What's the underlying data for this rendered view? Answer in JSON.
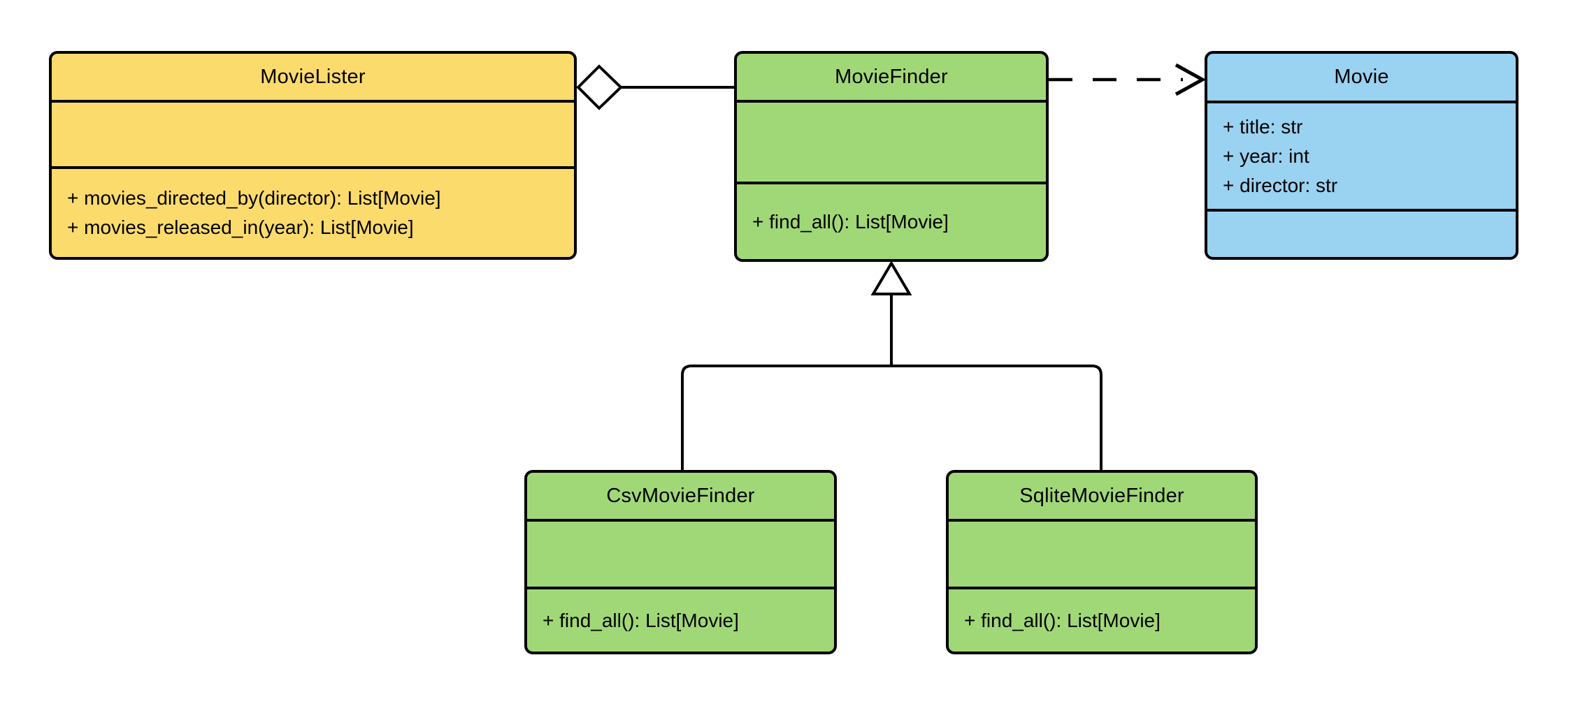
{
  "diagram": {
    "kind": "uml-class-diagram",
    "background_color": "#ffffff",
    "line_color": "#000000",
    "classes": [
      {
        "name": "MovieLister",
        "fill": "#FCDB6D",
        "attributes": [],
        "methods": [
          "+ movies_directed_by(director): List[Movie]",
          "+ movies_released_in(year): List[Movie]"
        ]
      },
      {
        "name": "MovieFinder",
        "fill": "#A0D877",
        "attributes": [],
        "methods": [
          "+ find_all(): List[Movie]"
        ]
      },
      {
        "name": "Movie",
        "fill": "#9AD2F1",
        "attributes": [
          "+ title: str",
          "+ year: int",
          "+ director: str"
        ],
        "methods": []
      },
      {
        "name": "CsvMovieFinder",
        "fill": "#A0D877",
        "attributes": [],
        "methods": [
          "+ find_all(): List[Movie]"
        ]
      },
      {
        "name": "SqliteMovieFinder",
        "fill": "#A0D877",
        "attributes": [],
        "methods": [
          "+ find_all(): List[Movie]"
        ]
      }
    ],
    "relationships": [
      {
        "type": "aggregation",
        "owner": "MovieLister",
        "part": "MovieFinder"
      },
      {
        "type": "dependency",
        "from": "MovieFinder",
        "to": "Movie"
      },
      {
        "type": "inheritance",
        "child": "CsvMovieFinder",
        "parent": "MovieFinder"
      },
      {
        "type": "inheritance",
        "child": "SqliteMovieFinder",
        "parent": "MovieFinder"
      }
    ]
  }
}
